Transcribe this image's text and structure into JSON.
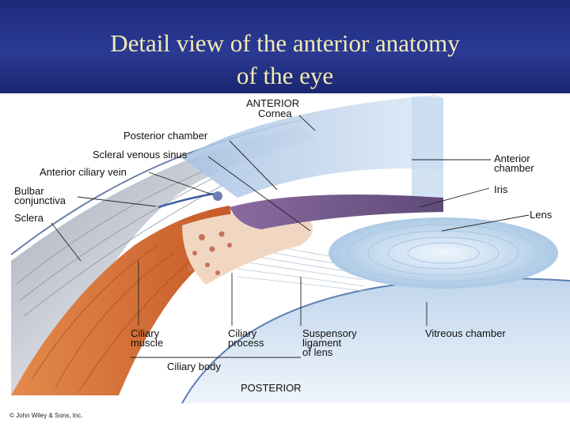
{
  "slide": {
    "title_line1": "Detail view of the anterior anatomy",
    "title_line2": "of the eye",
    "copyright": "© John Wiley & Sons, Inc."
  },
  "labels": {
    "anterior": "ANTERIOR",
    "cornea": "Cornea",
    "posterior_chamber": "Posterior chamber",
    "scleral_venous_sinus": "Scleral venous sinus",
    "anterior_ciliary_vein": "Anterior ciliary vein",
    "bulbar_conjunctiva_1": "Bulbar",
    "bulbar_conjunctiva_2": "conjunctiva",
    "sclera": "Sclera",
    "anterior_chamber_1": "Anterior",
    "anterior_chamber_2": "chamber",
    "iris": "Iris",
    "lens": "Lens",
    "ciliary_muscle_1": "Ciliary",
    "ciliary_muscle_2": "muscle",
    "ciliary_process_1": "Ciliary",
    "ciliary_process_2": "process",
    "suspensory_1": "Suspensory",
    "suspensory_2": "ligament",
    "suspensory_3": "of lens",
    "vitreous_chamber": "Vitreous chamber",
    "ciliary_body": "Ciliary body",
    "posterior": "POSTERIOR"
  },
  "colors": {
    "title_bar": "#1d2a7a",
    "title_text": "#f3ecb0",
    "sclera": "#c9cdd6",
    "muscle": "#d8743a",
    "cornea": "#bcd3ec",
    "lens": "#cfe3f5",
    "iris": "#7a5a8e",
    "vitreous": "#dce9f6"
  }
}
